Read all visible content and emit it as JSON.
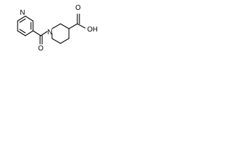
{
  "structure": {
    "atoms": {
      "pyridine_nitrogen": "N",
      "amide_nitrogen": "N",
      "carbonyl_oxygen": "O",
      "hydroxyl": "OH",
      "acid_oxygen": "O"
    }
  }
}
